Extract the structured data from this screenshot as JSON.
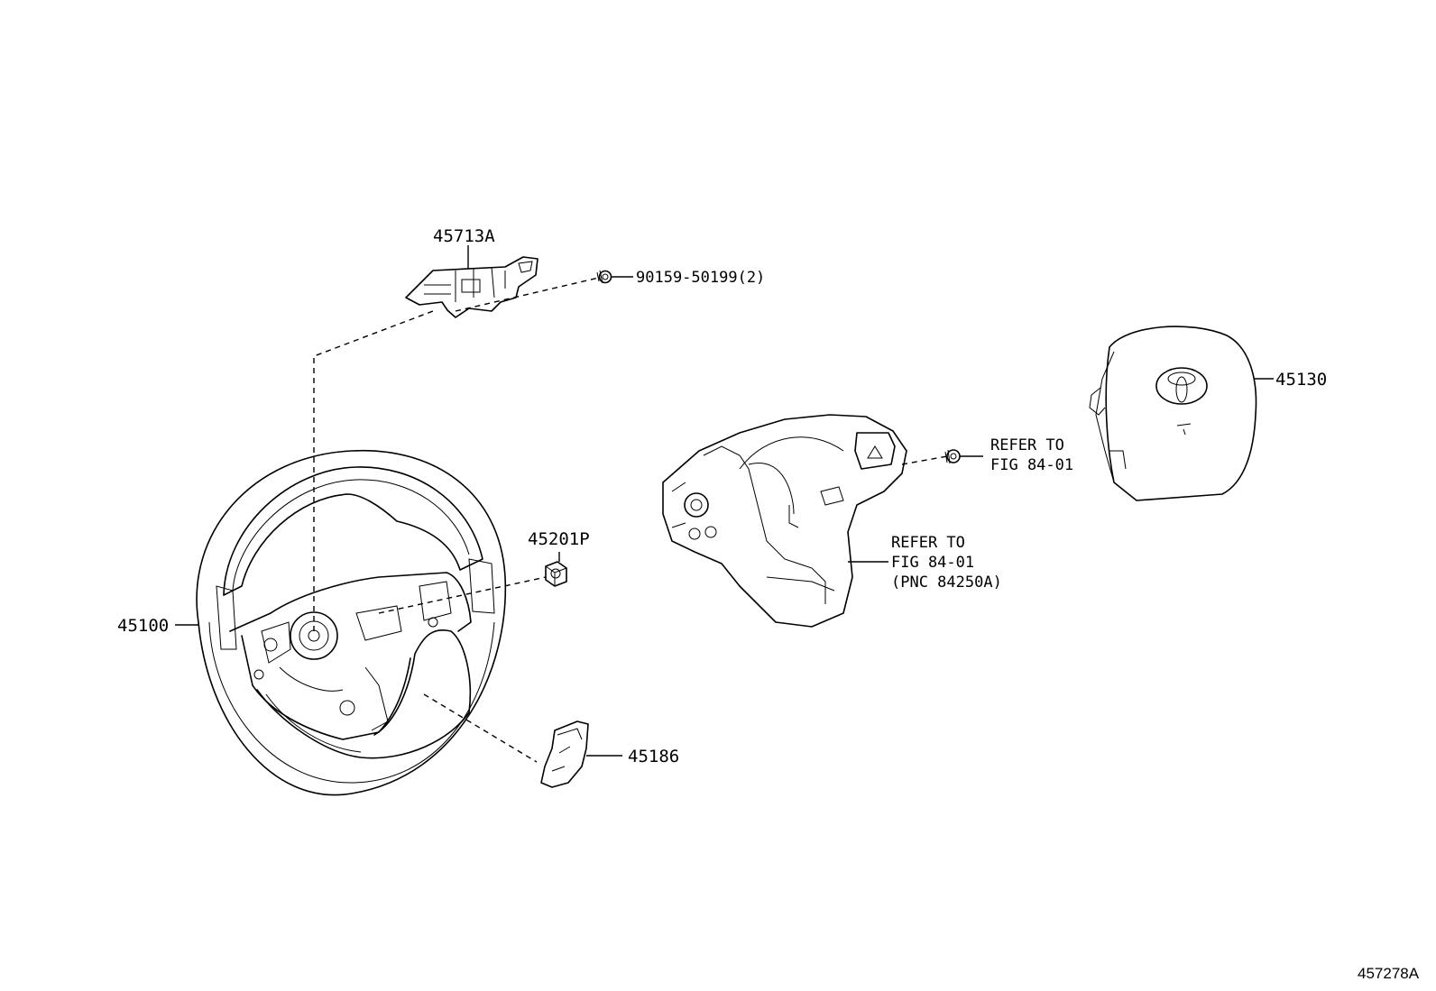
{
  "figure_id": "457278A",
  "callouts": {
    "bracket": "45713A",
    "screw": "90159-50199(2)",
    "wheel": "45100",
    "nut": "45201P",
    "cover": "45186",
    "airbag": "45130",
    "switch_screw_ref": [
      "REFER TO",
      "FIG 84-01"
    ],
    "switch_ref": [
      "REFER TO",
      "FIG 84-01",
      "(PNC 84250A)"
    ]
  }
}
